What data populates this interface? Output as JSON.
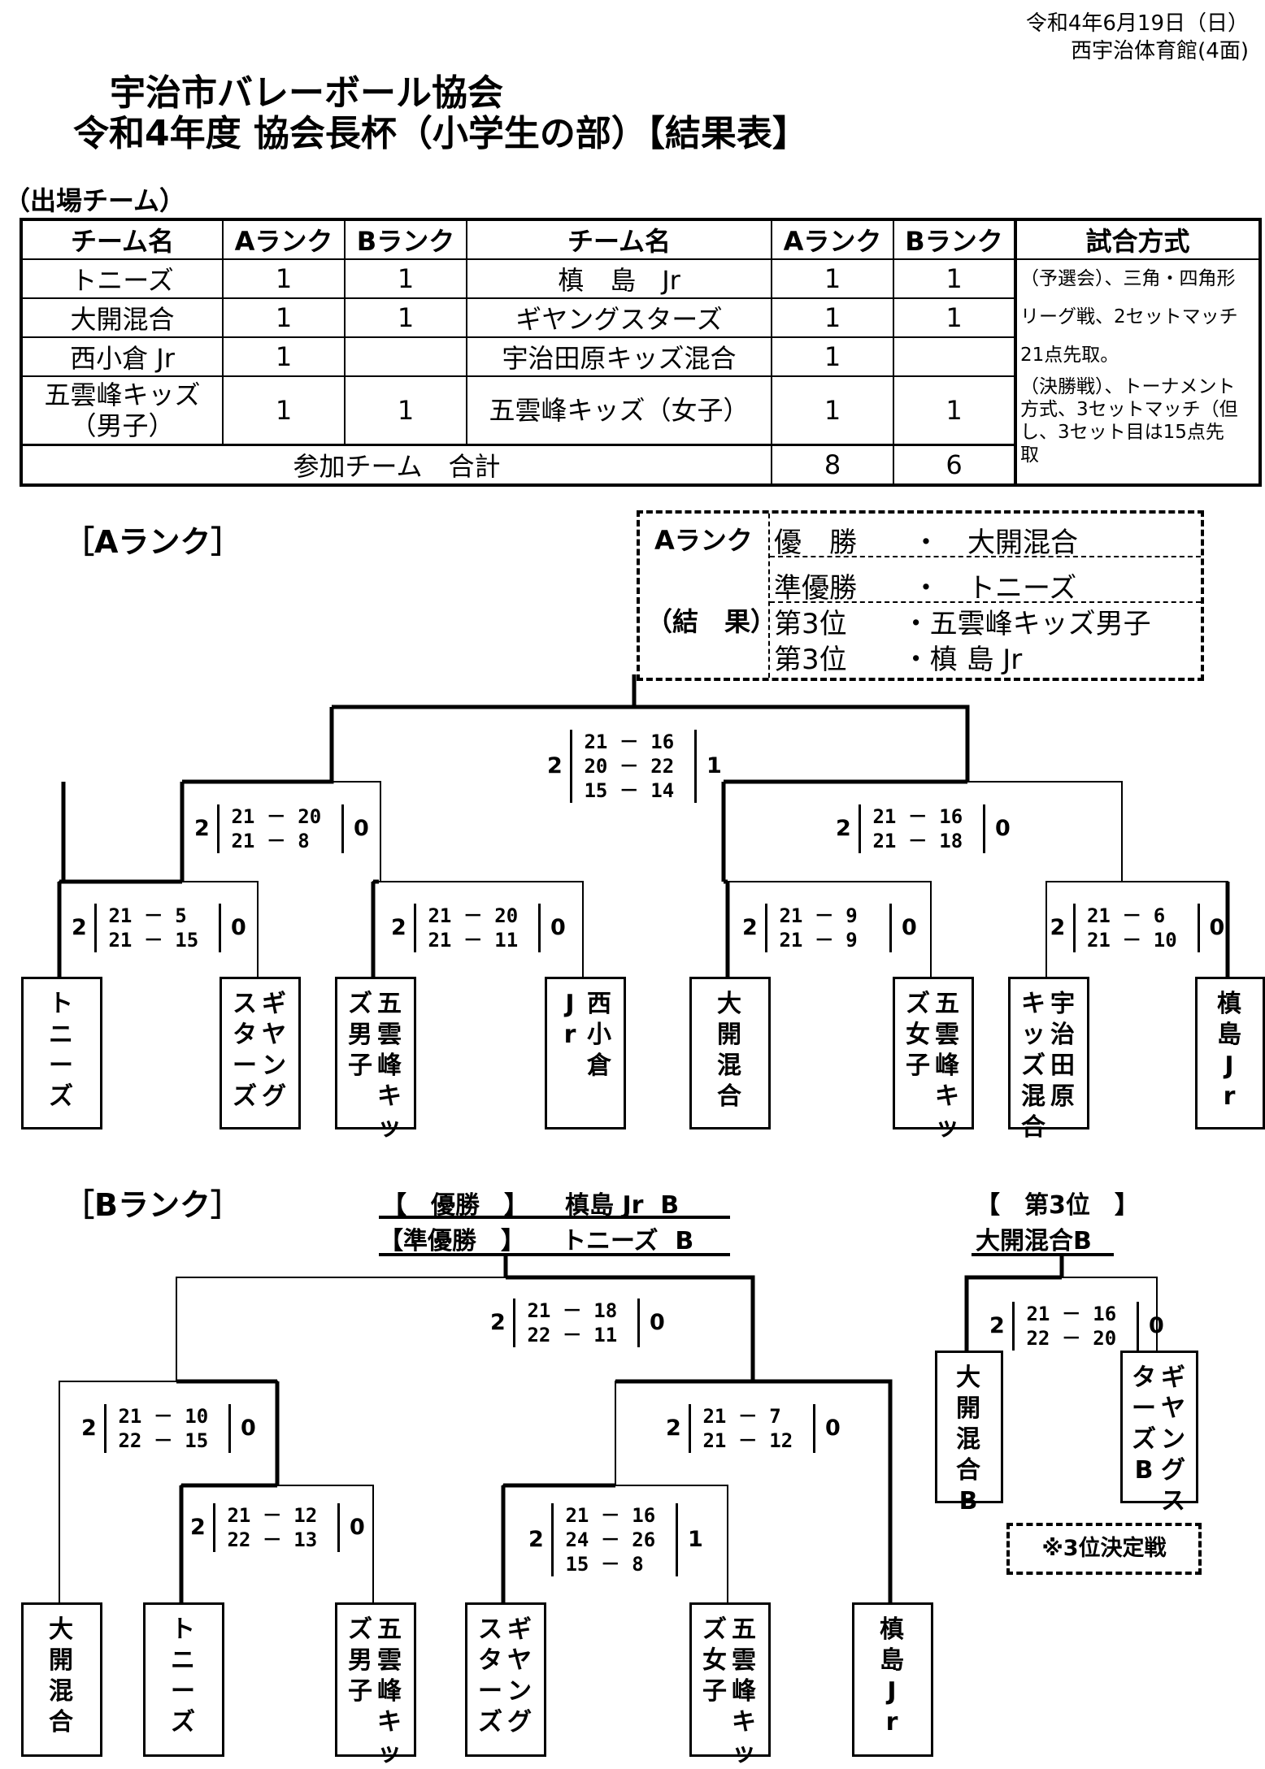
{
  "header": {
    "date": "令和4年6月19日（日）",
    "venue": "西宇治体育館(4面)",
    "title1": "宇治市バレーボール協会",
    "title2": "令和4年度 協会長杯（小学生の部）【結果表】"
  },
  "entries": {
    "label": "（出場チーム）",
    "headers": [
      "チーム名",
      "Aランク",
      "Bランク",
      "チーム名",
      "Aランク",
      "Bランク",
      "試合方式"
    ],
    "rows": [
      [
        "トニーズ",
        "1",
        "1",
        "槙　島　Jr",
        "1",
        "1"
      ],
      [
        "大開混合",
        "1",
        "1",
        "ギヤングスターズ",
        "1",
        "1"
      ],
      [
        "西小倉 Jr",
        "1",
        "",
        "宇治田原キッズ混合",
        "1",
        ""
      ],
      [
        "五雲峰キッズ（男子）",
        "1",
        "1",
        "五雲峰キッズ（女子）",
        "1",
        "1"
      ]
    ],
    "total_label": "参加チーム　合計",
    "total_a": "8",
    "total_b": "6",
    "method_lines": [
      "（予選会）、三角・四角形",
      "リーグ戦、2セットマッチ",
      "21点先取。",
      "（決勝戦）、トーナメント",
      "方式、3セットマッチ（但",
      "し、3セット目は15点先",
      "取"
    ]
  },
  "a_rank": {
    "title": "［Aランク］",
    "results_label1": "Aランク",
    "results_label2": "（結　果）",
    "results": [
      "優　勝　　・　大開混合",
      "準優勝　　・　トニーズ",
      "第3位　　・五雲峰キッズ男子",
      "第3位　　・槙 島 Jr"
    ],
    "teams": [
      [
        "ト",
        "ニ",
        "ー",
        "ズ"
      ],
      [
        "ギ",
        "ヤ",
        "ン",
        "グ",
        "|",
        "ス",
        "タ",
        "ー",
        "ズ"
      ],
      [
        "五",
        "雲",
        "峰",
        "キ",
        "ッ",
        "|",
        "ズ",
        "男",
        "子"
      ],
      [
        "西",
        "小",
        "倉",
        "|",
        "J",
        "r"
      ],
      [
        "大",
        "開",
        "混",
        "合"
      ],
      [
        "五",
        "雲",
        "峰",
        "キ",
        "ッ",
        "|",
        "ズ",
        "女",
        "子"
      ],
      [
        "宇",
        "治",
        "田",
        "原",
        "|",
        "キ",
        "ッ",
        "ズ",
        "混",
        "合"
      ],
      [
        "槙",
        "島",
        "J",
        "r"
      ]
    ],
    "matches": [
      {
        "w": "2",
        "l": "0",
        "sets": [
          "21 － 5",
          "21 － 15"
        ]
      },
      {
        "w": "2",
        "l": "0",
        "sets": [
          "21 － 20",
          "21 － 11"
        ]
      },
      {
        "w": "2",
        "l": "0",
        "sets": [
          "21 － 9",
          "21 － 9"
        ]
      },
      {
        "w": "2",
        "l": "0",
        "sets": [
          "21 － 6",
          "21 － 10"
        ]
      },
      {
        "w": "2",
        "l": "0",
        "sets": [
          "21 － 20",
          "21 － 8"
        ]
      },
      {
        "w": "2",
        "l": "0",
        "sets": [
          "21 － 16",
          "21 － 18"
        ]
      },
      {
        "w": "2",
        "l": "1",
        "sets": [
          "21 － 16",
          "20 － 22",
          "15 － 14"
        ]
      }
    ]
  },
  "b_rank": {
    "title": "［Bランク］",
    "champ": "【　優勝　】　　槙島 Jr  B",
    "runner": "【準優勝　】　　トニーズ  B",
    "third_label": "【　第3位　】",
    "third_team": "大開混合B",
    "note": "※3位決定戦",
    "teams": [
      [
        "大",
        "開",
        "混",
        "合"
      ],
      [
        "ト",
        "ニ",
        "ー",
        "ズ"
      ],
      [
        "五",
        "雲",
        "峰",
        "キ",
        "ッ",
        "|",
        "ズ",
        "男",
        "子"
      ],
      [
        "ギ",
        "ヤ",
        "ン",
        "グ",
        "|",
        "ス",
        "タ",
        "ー",
        "ズ"
      ],
      [
        "五",
        "雲",
        "峰",
        "キ",
        "ッ",
        "|",
        "ズ",
        "女",
        "子"
      ],
      [
        "槙",
        "島",
        "J",
        "r"
      ]
    ],
    "third_teams": [
      [
        "大",
        "開",
        "混",
        "合",
        "B"
      ],
      [
        "ギ",
        "ヤ",
        "ン",
        "グ",
        "ス",
        "|",
        "タ",
        "ー",
        "ズ",
        "B"
      ]
    ],
    "matches": [
      {
        "w": "2",
        "l": "0",
        "sets": [
          "21 － 12",
          "22 － 13"
        ]
      },
      {
        "w": "2",
        "l": "1",
        "sets": [
          "21 － 16",
          "24 － 26",
          "15 － 8"
        ]
      },
      {
        "w": "2",
        "l": "0",
        "sets": [
          "21 － 10",
          "22 － 15"
        ]
      },
      {
        "w": "2",
        "l": "0",
        "sets": [
          "21 － 7",
          "21 － 12"
        ]
      },
      {
        "w": "2",
        "l": "0",
        "sets": [
          "21 － 18",
          "22 － 11"
        ]
      },
      {
        "w": "2",
        "l": "0",
        "sets": [
          "21 － 16",
          "22 － 20"
        ]
      }
    ]
  }
}
